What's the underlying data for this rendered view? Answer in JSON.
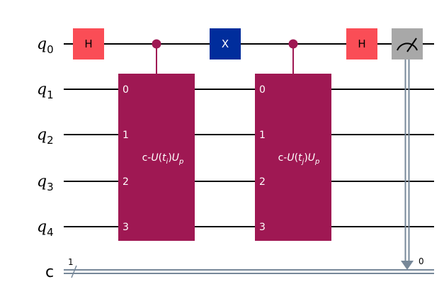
{
  "qubits": [
    {
      "base": "q",
      "sub": "0"
    },
    {
      "base": "q",
      "sub": "1"
    },
    {
      "base": "q",
      "sub": "2"
    },
    {
      "base": "q",
      "sub": "3"
    },
    {
      "base": "q",
      "sub": "4"
    }
  ],
  "classical": {
    "label": "c",
    "width": "1",
    "bit_index": "0"
  },
  "gates": {
    "h1": {
      "label": "H",
      "color": "#FA4D56"
    },
    "x": {
      "label": "X",
      "color": "#002D9C"
    },
    "h2": {
      "label": "H",
      "color": "#FA4D56"
    },
    "measure": {
      "icon": "measure-meter-icon",
      "color": "#A8A8A8"
    }
  },
  "controlled_unitaries": [
    {
      "prefix": "c-",
      "U": "U",
      "t": "t",
      "t_sub": "i",
      "Up": "U",
      "Up_sub": "p",
      "pins": [
        "0",
        "1",
        "2",
        "3"
      ],
      "color": "#9F1853"
    },
    {
      "prefix": "c-",
      "U": "U",
      "t": "t",
      "t_sub": "j",
      "Up": "U",
      "Up_sub": "p",
      "pins": [
        "0",
        "1",
        "2",
        "3"
      ],
      "color": "#9F1853"
    }
  ],
  "classical_wire_color": "#778899"
}
